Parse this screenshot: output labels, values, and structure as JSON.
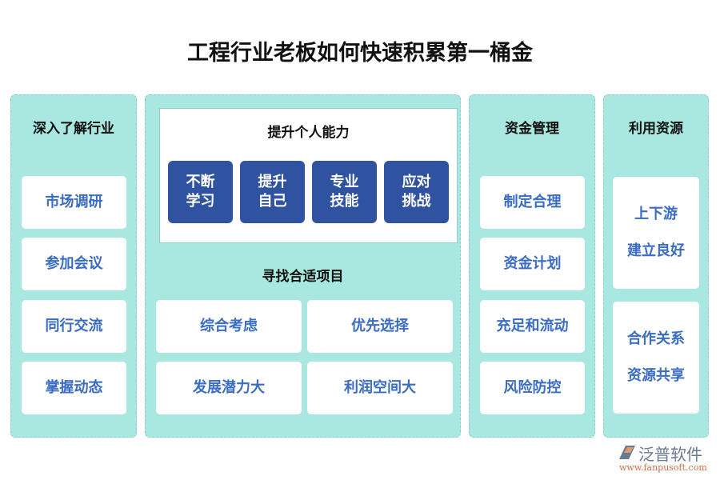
{
  "title": "工程行业老板如何快速积累第一桶金",
  "columns": [
    {
      "title": "深入了解行业",
      "items": [
        "市场调研",
        "参加会议",
        "同行交流",
        "掌握动态"
      ]
    },
    {
      "title": "资金管理",
      "items": [
        "制定合理",
        "资金计划",
        "充足和流动",
        "风险防控"
      ]
    },
    {
      "title": "利用资源",
      "items": [
        [
          "上下游",
          "建立良好"
        ],
        [
          "合作关系",
          "资源共享"
        ]
      ]
    }
  ],
  "center": {
    "ability_title": "提升个人能力",
    "ability_items": [
      [
        "不断",
        "学习"
      ],
      [
        "提升",
        "自己"
      ],
      [
        "专业",
        "技能"
      ],
      [
        "应对",
        "挑战"
      ]
    ],
    "project_title": "寻找合适项目",
    "project_items": [
      "综合考虑",
      "优先选择",
      "发展潜力大",
      "利润空间大"
    ]
  },
  "watermark": {
    "name": "泛普软件",
    "url": "www.fanpusoft.com"
  },
  "colors": {
    "panel": "#a8e8e1",
    "card_text": "#3a6cc4",
    "ability_box": "#2f53a0"
  }
}
